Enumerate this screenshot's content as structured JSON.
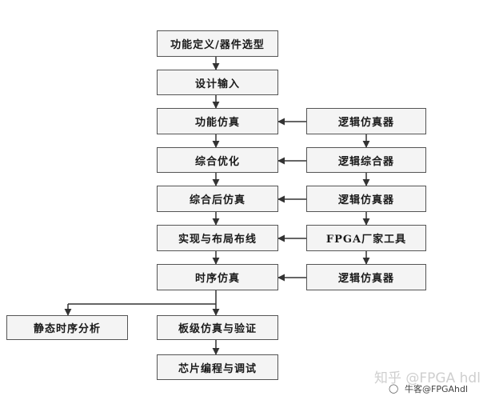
{
  "flow": {
    "main_steps": [
      "功能定义/器件选型",
      "设计输入",
      "功能仿真",
      "综合优化",
      "综合后仿真",
      "实现与布局布线",
      "时序仿真"
    ],
    "tools": [
      "逻辑仿真器",
      "逻辑综合器",
      "逻辑仿真器",
      "FPGA厂家工具",
      "逻辑仿真器"
    ],
    "static_timing": "静态时序分析",
    "board_sim": "板级仿真与验证",
    "chip_program": "芯片编程与调试"
  },
  "watermark": {
    "main": "知乎 @FPGA hdl",
    "sub": "牛客@FPGAhdl"
  }
}
